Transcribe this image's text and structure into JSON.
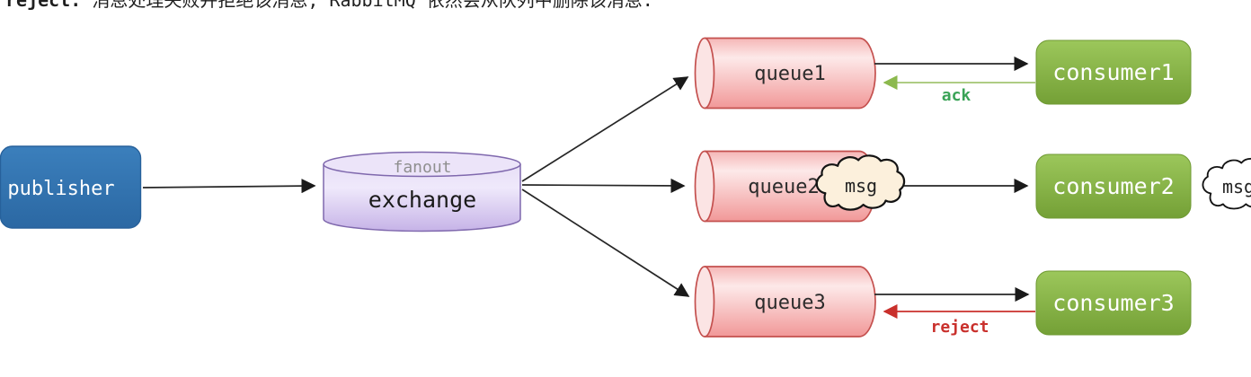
{
  "title": {
    "keyword": "reject:",
    "text": " 消息处理失败并拒绝该消息, RabbitMQ 依然会从队列中删除该消息."
  },
  "publisher": {
    "label": "publisher"
  },
  "exchange": {
    "type": "fanout",
    "label": "exchange"
  },
  "queues": [
    {
      "label": "queue1"
    },
    {
      "label": "queue2"
    },
    {
      "label": "queue3"
    }
  ],
  "consumers": [
    {
      "label": "consumer1"
    },
    {
      "label": "consumer2"
    },
    {
      "label": "consumer3"
    }
  ],
  "messages": {
    "queue2_msg": "msg",
    "consumer2_msg": "msg"
  },
  "signals": {
    "ack": "ack",
    "reject": "reject"
  },
  "colors": {
    "publisher_blue": "#2f74b0",
    "exchange_purple": "#c9b6ec",
    "exchange_border": "#7f68ad",
    "queue_pink": "#f29a9a",
    "queue_border": "#c4504e",
    "consumer_green": "#86b03f",
    "ack_green": "#3aa357",
    "reject_red": "#c9302c",
    "msg_cloud_cream": "#fcf0dc",
    "arrow_black": "#262626"
  }
}
